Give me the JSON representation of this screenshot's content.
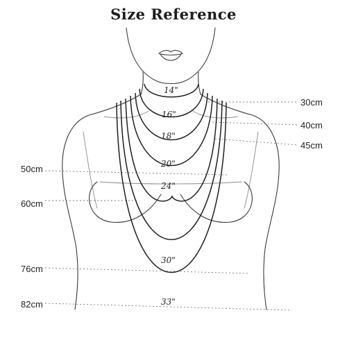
{
  "title": "Size Reference",
  "necklaces": [
    {
      "inch": "14\"",
      "cm": "30cm"
    },
    {
      "inch": "16\"",
      "cm": "40cm"
    },
    {
      "inch": "18\"",
      "cm": "45cm"
    },
    {
      "inch": "20\"",
      "cm": "50cm"
    },
    {
      "inch": "24\"",
      "cm": "60cm"
    },
    {
      "inch": "30\"",
      "cm": "76cm"
    },
    {
      "inch": "33\"",
      "cm": "82cm"
    }
  ],
  "colors": {
    "line": "#3a3a3a",
    "chain": "#1e1e1e",
    "guide": "#7a7a7a",
    "text": "#222222"
  }
}
